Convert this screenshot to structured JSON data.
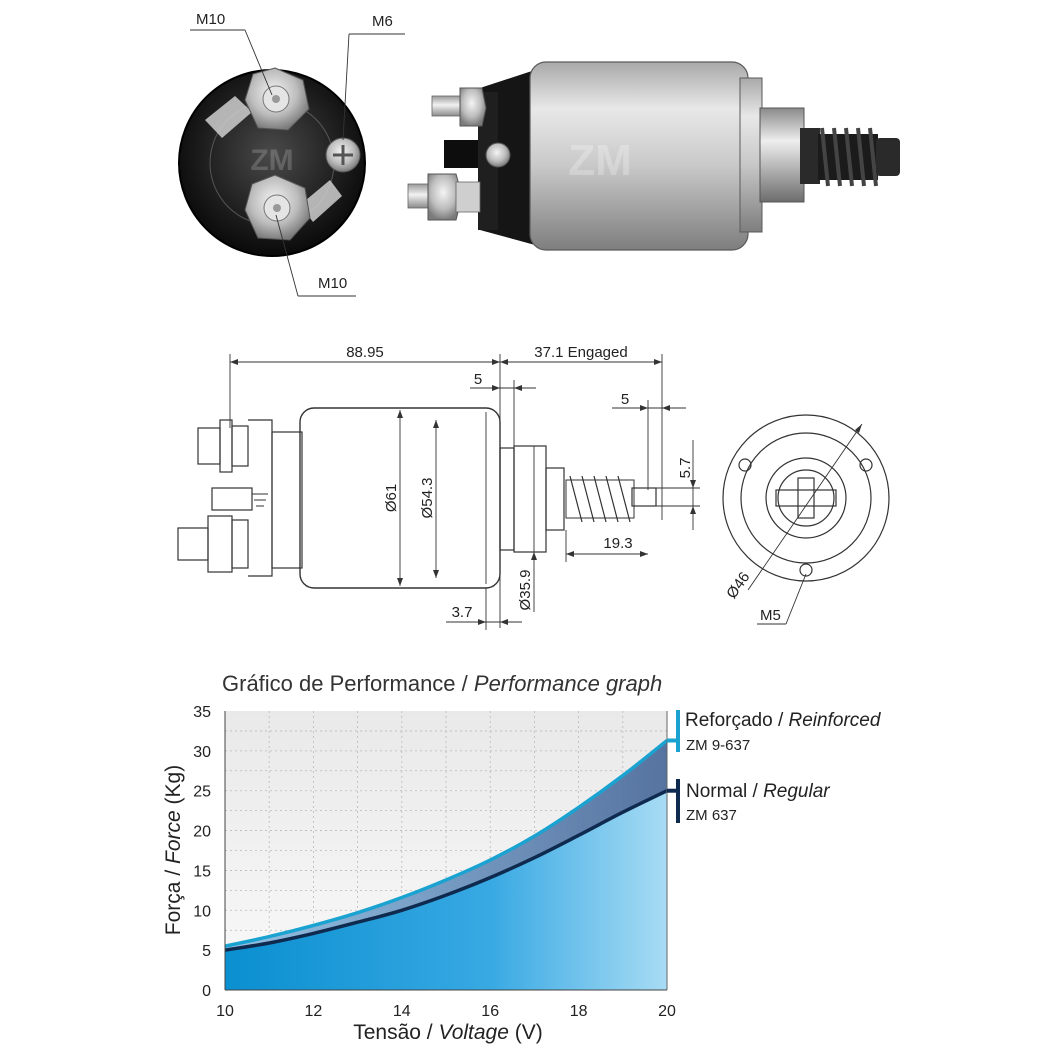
{
  "photo_labels": {
    "top_terminal": "M10",
    "small_terminal": "M6",
    "bottom_terminal": "M10"
  },
  "drawing": {
    "overall_length": "88.95",
    "engaged_travel": "37.1 Engaged",
    "collar_width": "5",
    "plunger_tip": "5",
    "plunger_slot": "5.7",
    "body_diameter": "Ø61",
    "inner_diameter": "Ø54.3",
    "spring_length": "19.3",
    "collar_diameter": "Ø35.9",
    "flange_thickness": "3.7",
    "flange_bolt_circle": "Ø46",
    "flange_thread": "M5"
  },
  "chart_data": {
    "type": "area",
    "title": "Gráfico de Performance",
    "title_en": "Performance graph",
    "xlabel": "Tensão",
    "xlabel_en": "Voltage",
    "xlabel_unit": "(V)",
    "ylabel": "Força",
    "ylabel_en": "Force",
    "ylabel_unit": "(Kg)",
    "xlim": [
      10,
      20
    ],
    "ylim": [
      0,
      35
    ],
    "x_ticks": [
      10,
      12,
      14,
      16,
      18,
      20
    ],
    "y_ticks": [
      0,
      5,
      10,
      15,
      20,
      25,
      30,
      35
    ],
    "grid": true,
    "legend_position": "right",
    "series": [
      {
        "name": "Reforçado",
        "name_en": "Reinforced",
        "code": "ZM 9-637",
        "color": "#1aa3d1",
        "x": [
          10,
          11,
          12,
          13,
          14,
          15,
          16,
          17,
          18,
          19,
          20
        ],
        "y": [
          5.5,
          6.7,
          8.1,
          9.7,
          11.6,
          13.8,
          16.3,
          19.3,
          22.9,
          26.9,
          31.3
        ]
      },
      {
        "name": "Normal",
        "name_en": "Regular",
        "code": "ZM 637",
        "color": "#0f2a4f",
        "x": [
          10,
          11,
          12,
          13,
          14,
          15,
          16,
          17,
          18,
          19,
          20
        ],
        "y": [
          5.0,
          5.9,
          7.1,
          8.5,
          10.0,
          11.9,
          14.1,
          16.6,
          19.4,
          22.3,
          25.0
        ]
      }
    ]
  }
}
